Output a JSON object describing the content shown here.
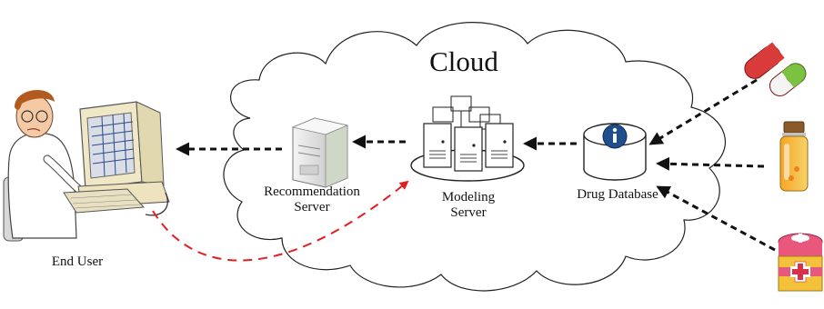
{
  "cloud": {
    "title": "Cloud"
  },
  "nodes": {
    "end_user": "End User",
    "recommendation_server": {
      "line1": "Recommendation",
      "line2": "Server"
    },
    "modeling_server": {
      "line1": "Modeling",
      "line2": "Server"
    },
    "drug_database": "Drug Database"
  },
  "icons": {
    "end_user": "user-at-computer-icon",
    "recommendation_server": "server-icon",
    "modeling_server": "server-cluster-icon",
    "drug_database": "info-database-icon",
    "capsule": "capsule-icon",
    "bottle": "pill-bottle-icon",
    "pill_box": "pill-box-icon"
  },
  "colors": {
    "arrow": "#111111",
    "feedback_arrow": "#e02020",
    "cloud_stroke": "#222222",
    "info_badge": "#1f4e8c"
  }
}
